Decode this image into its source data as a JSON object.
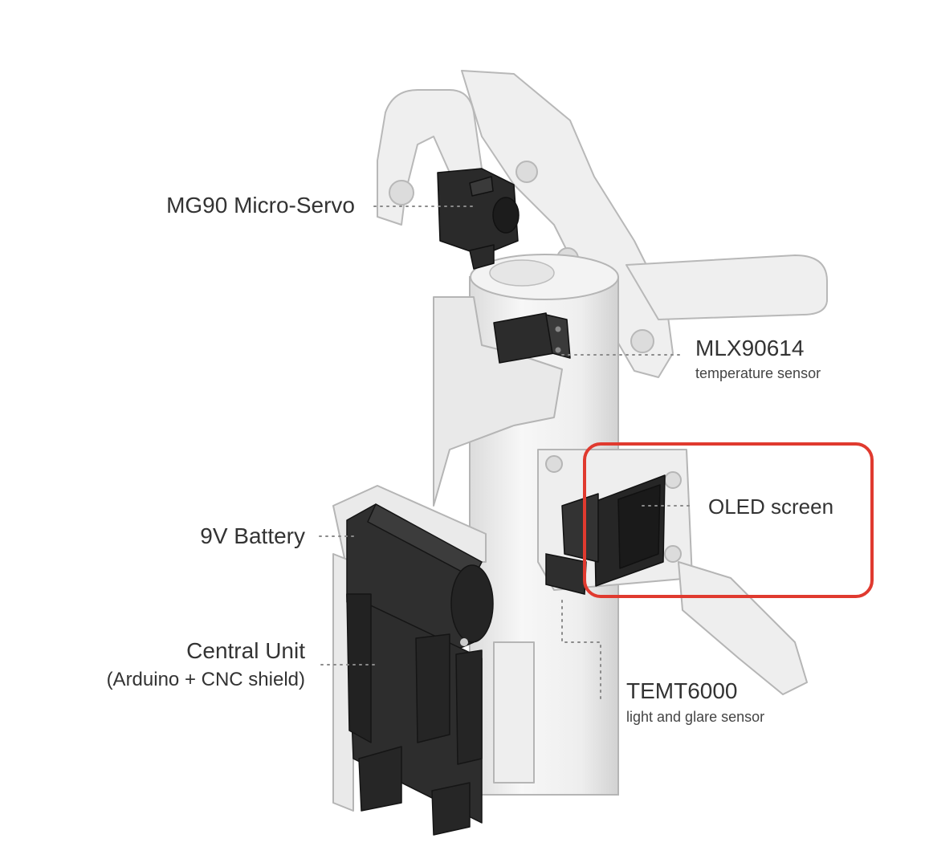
{
  "labels": {
    "servo": "MG90 Micro-Servo",
    "temp_title": "MLX90614",
    "temp_sub": "temperature sensor",
    "oled": "OLED screen",
    "battery": "9V Battery",
    "central_title": "Central Unit",
    "central_sub": "(Arduino + CNC shield)",
    "light_title": "TEMT6000",
    "light_sub": "light and glare sensor"
  },
  "colors": {
    "highlight": "#e03a2f",
    "leader": "#8a8a8a",
    "component_dark": "#2a2a2a",
    "frame_light": "#ececec"
  }
}
